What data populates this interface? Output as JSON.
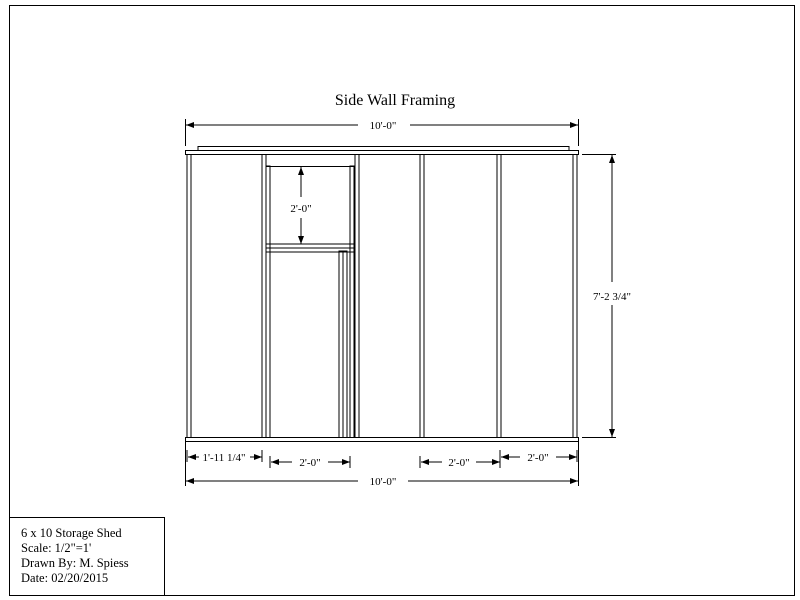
{
  "drawing": {
    "title": "Side Wall Framing",
    "dimensions": {
      "overall_top": "10'-0\"",
      "overall_bottom": "10'-0\"",
      "height": "7'-2 3/4\"",
      "window_height": "2'-0\"",
      "bay_first": "1'-11 1/4\"",
      "bay_door": "2'-0\"",
      "bay_fourth": "2'-0\"",
      "bay_last": "2'-0\""
    }
  },
  "title_block": {
    "project": "6 x 10 Storage Shed",
    "scale": "Scale: 1/2\"=1'",
    "drawn_by": "Drawn By: M. Spiess",
    "date": "Date: 02/20/2015"
  }
}
